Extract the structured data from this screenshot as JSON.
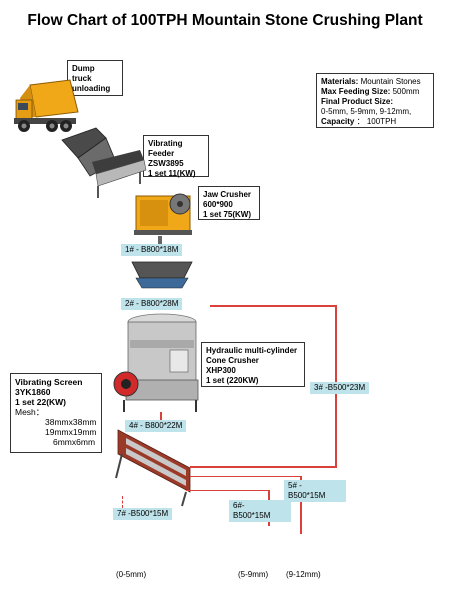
{
  "title": "Flow Chart of 100TPH Mountain Stone Crushing Plant",
  "materials": {
    "line1_label": "Materials:",
    "line1_value": "Mountain Stones",
    "line2_label": "Max Feeding Size:",
    "line2_value": "500mm",
    "line3_label": "Final Product Size:",
    "line4_value": "0-5mm, 5-9mm, 9-12mm,",
    "line5_label": "Capacity",
    "line5_sep": "：",
    "line5_value": "100TPH"
  },
  "dump_truck": {
    "line1": "Dump",
    "line2": "truck",
    "line3": "unloading"
  },
  "feeder": {
    "line1": "Vibrating",
    "line2": "Feeder",
    "line3": "ZSW3895",
    "line4": "1 set 11(KW)"
  },
  "jaw": {
    "line1": "Jaw Crusher",
    "line2": "600*900",
    "line3": "1 set 75(KW)"
  },
  "cone": {
    "line1": "Hydraulic multi-cylinder",
    "line2": "Cone Crusher",
    "line3": "XHP300",
    "line4": "1 set  (220KW)"
  },
  "screen": {
    "line1": "Vibrating Screen",
    "line2": "3YK1860",
    "line3": "1 set  22(KW)",
    "mesh_label": "Mesh：",
    "mesh": [
      "38mmx38mm",
      "19mmx19mm",
      "6mmx6mm"
    ]
  },
  "belts": {
    "b1": "1# - B800*18M",
    "b2": "2# - B800*28M",
    "b3": "3# -B500*23M",
    "b4": "4# - B800*22M",
    "b5_line1": "5# -",
    "b5_line2": "B500*15M",
    "b6_line1": "6#-",
    "b6_line2": "B500*15M",
    "b7": "7# -B500*15M"
  },
  "products": [
    "(0-5mm)",
    "(5-9mm)",
    "(9-12mm)"
  ],
  "colors": {
    "line": "#d9413a",
    "belt_label_bg": "#bfe3ea",
    "machine_yellow": "#f0a818",
    "machine_gray": "#c8c8c8"
  }
}
